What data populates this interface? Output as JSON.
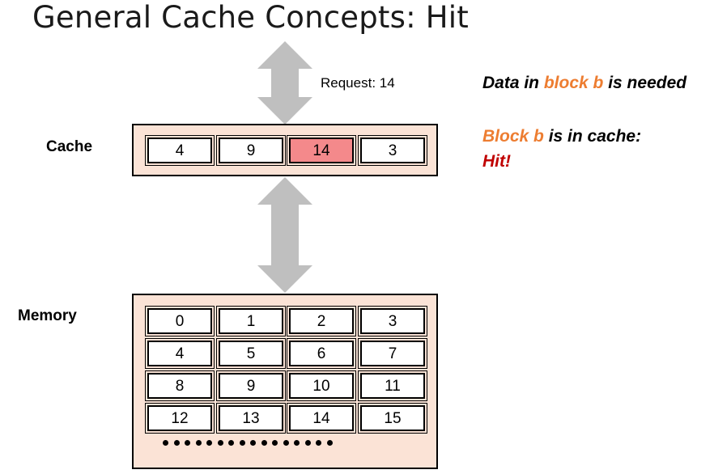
{
  "title": "General Cache Concepts: Hit",
  "request": {
    "label": "Request: 14"
  },
  "cache": {
    "label": "Cache",
    "blocks": [
      "4",
      "9",
      "14",
      "3"
    ],
    "hit_index": 2
  },
  "memory": {
    "label": "Memory",
    "blocks": [
      "0",
      "1",
      "2",
      "3",
      "4",
      "5",
      "6",
      "7",
      "8",
      "9",
      "10",
      "11",
      "12",
      "13",
      "14",
      "15"
    ],
    "ellipsis_dot_count": 16
  },
  "notes": {
    "line1": {
      "part1": "Data in ",
      "part2": "block b",
      "part3": " is needed"
    },
    "line2": {
      "part1": "Block b",
      "part2": " is in cache:"
    },
    "line3": "Hit!"
  },
  "colors": {
    "panel_fill": "#fbe3d6",
    "hit_fill": "#f4898b",
    "arrow": "#bfbfbf",
    "accent_orange": "#ed7d31",
    "hit_red": "#c00000"
  }
}
